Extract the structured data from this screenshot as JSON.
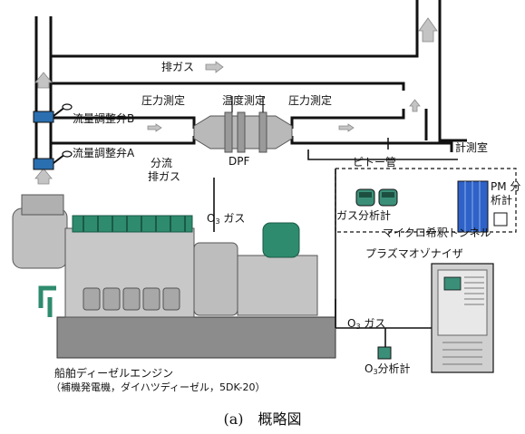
{
  "labels": {
    "exhaust_gas": "排ガス",
    "pressure_1": "圧力測定",
    "temperature": "温度測定",
    "pressure_2": "圧力測定",
    "valve_b": "流量調整弁B",
    "valve_a": "流量調整弁A",
    "split_line1": "分流",
    "split_line2": "排ガス",
    "dpf": "DPF",
    "pitot": "ピトー管",
    "room": "計測室",
    "pm_line1": "PM 分",
    "pm_line2": "析計",
    "gas_analyzer": "ガス分析計",
    "micro_tunnel": "マイクロ希釈トンネル",
    "o3_gas_1_pre": "O",
    "o3_gas_1_sub": "3",
    "o3_gas_1_post": " ガス",
    "plasma": "プラズマオゾナイザ",
    "o3_gas_2_pre": "O",
    "o3_gas_2_sub": "3",
    "o3_gas_2_post": " ガス",
    "o3_meter_pre": "O",
    "o3_meter_sub": "3",
    "o3_meter_post": "分析計",
    "engine_line1": "船舶ディーゼルエンジン",
    "engine_line2": "（補機発電機，ダイハツディーゼル，5DK-20）"
  },
  "caption": "(a)　概略図",
  "colors": {
    "pipe": "#111111",
    "engine_body": "#c8c8c8",
    "engine_top": "#2e8b6e",
    "generator": "#2e8b6e",
    "valve": "#2a6fb0",
    "pm_analyzer": "#2e62c8",
    "gas_analyzer": "#3b8f78",
    "arrow": "#c4c4c4"
  }
}
